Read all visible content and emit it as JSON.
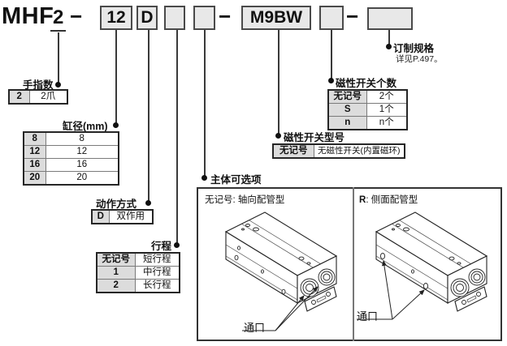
{
  "code": {
    "prefix": "MHF",
    "fingers": "2",
    "dash": "−",
    "bore": "12",
    "action": "D",
    "stroke": "",
    "option": "",
    "switch": "M9BW",
    "qty": "",
    "order": ""
  },
  "tables": {
    "fingers": {
      "title": "手指数",
      "rows": [
        {
          "code": "2",
          "label": "2爪"
        }
      ]
    },
    "bore": {
      "title": "缸径(mm)",
      "rows": [
        {
          "code": "8",
          "label": "8"
        },
        {
          "code": "12",
          "label": "12"
        },
        {
          "code": "16",
          "label": "16"
        },
        {
          "code": "20",
          "label": "20"
        }
      ]
    },
    "action": {
      "title": "动作方式",
      "rows": [
        {
          "code": "D",
          "label": "双作用"
        }
      ]
    },
    "stroke": {
      "title": "行程",
      "rows": [
        {
          "code": "无记号",
          "label": "短行程"
        },
        {
          "code": "1",
          "label": "中行程"
        },
        {
          "code": "2",
          "label": "长行程"
        }
      ]
    },
    "switch_count": {
      "title": "磁性开关个数",
      "rows": [
        {
          "code": "无记号",
          "label": "2个"
        },
        {
          "code": "S",
          "label": "1个"
        },
        {
          "code": "n",
          "label": "n个"
        }
      ]
    },
    "switch_model": {
      "title": "磁性开关型号",
      "rows": [
        {
          "code": "无记号",
          "label": "无磁性开关(内置磁环)"
        }
      ]
    }
  },
  "made_to_order": {
    "title": "订制规格",
    "note": "详见P.497。"
  },
  "body_option": {
    "title": "主体可选项",
    "axial_label": "无记号: 轴向配管型",
    "side_code": "R",
    "side_label": ": 侧面配管型",
    "port_label": "通口"
  }
}
